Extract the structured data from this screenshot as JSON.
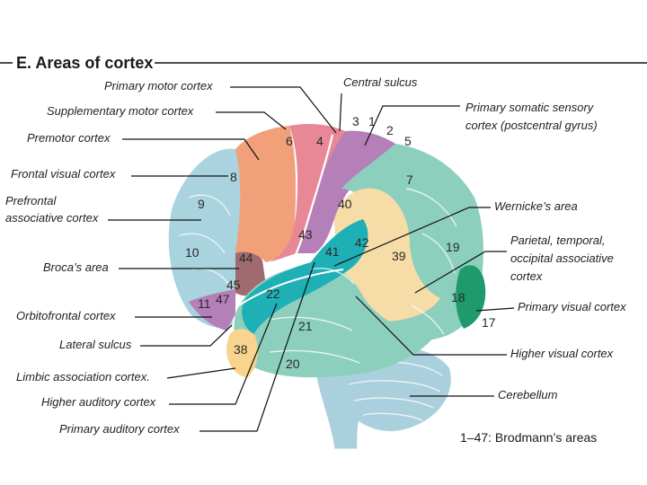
{
  "header": {
    "title": "E. Areas of cortex"
  },
  "labels": {
    "primary_motor": "Primary motor cortex",
    "supplementary_motor": "Supplementary motor cortex",
    "premotor": "Premotor cortex",
    "frontal_visual": "Frontal visual cortex",
    "prefrontal_line1": "Prefrontal",
    "prefrontal_line2": "associative cortex",
    "brocas": "Broca’s area",
    "orbitofrontal": "Orbitofrontal cortex",
    "lateral_sulcus": "Lateral sulcus",
    "limbic": "Limbic association cortex.",
    "higher_auditory": "Higher auditory cortex",
    "primary_auditory": "Primary auditory cortex",
    "central_sulcus": "Central sulcus",
    "somatic_line1": "Primary somatic sensory",
    "somatic_line2": "cortex (postcentral gyrus)",
    "wernickes": "Wernicke’s area",
    "pto_line1": "Parietal, temporal,",
    "pto_line2": "occipital associative",
    "pto_line3": "cortex",
    "primary_visual": "Primary visual cortex",
    "higher_visual": "Higher visual cortex",
    "cerebellum": "Cerebellum"
  },
  "areas": {
    "a1": "1",
    "a2": "2",
    "a3": "3",
    "a4": "4",
    "a5": "5",
    "a6": "6",
    "a7": "7",
    "a8": "8",
    "a9": "9",
    "a10": "10",
    "a11": "11",
    "a17": "17",
    "a18": "18",
    "a19": "19",
    "a20": "20",
    "a21": "21",
    "a22": "22",
    "a38": "38",
    "a39": "39",
    "a40": "40",
    "a41": "41",
    "a42": "42",
    "a43": "43",
    "a44": "44",
    "a45": "45",
    "a47": "47"
  },
  "footer": {
    "legend": "1–47: Brodmann’s areas"
  },
  "colors": {
    "prefrontal": "#a9d3df",
    "premotor": "#f2a07a",
    "motor": "#e88896",
    "somatosensory": "#b57fb8",
    "association": "#8ccfbd",
    "wernicke": "#f6dca6",
    "auditory": "#1fb0b6",
    "visual": "#1e9a6e",
    "broca": "#a06b6e",
    "limbic": "#f8d48e",
    "cerebellum": "#a9d0dc"
  }
}
